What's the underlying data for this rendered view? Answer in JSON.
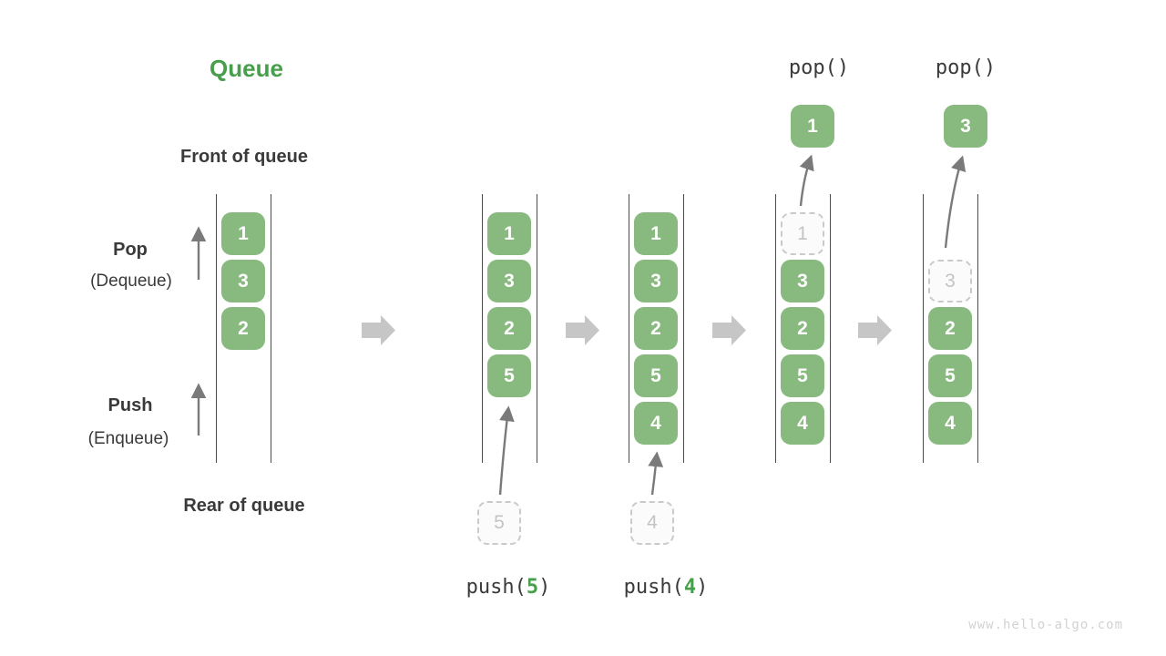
{
  "page": {
    "title": "Queue",
    "watermark": "www.hello-algo.com"
  },
  "colors": {
    "green_box": "#88b97e",
    "green_accent": "#479f4b",
    "text_dark": "#3a3a3a",
    "box_text": "#ffffff",
    "line": "#4d4d4d",
    "block_arrow": "#c6c6c6",
    "thin_arrow": "#7a7a7a",
    "dashed_border": "#cacaca",
    "dashed_text": "#c4c4c4",
    "dashed_bg": "#fbfbfb",
    "watermark": "#d2d2d2"
  },
  "labels": {
    "front_of_queue": "Front of queue",
    "rear_of_queue": "Rear of queue",
    "pop": "Pop",
    "dequeue": "(Dequeue)",
    "push": "Push",
    "enqueue": "(Enqueue)"
  },
  "icons": {
    "transition_arrow": "right-block-arrow-icon",
    "pop_direction_arrow": "up-arrow-icon",
    "push_direction_arrow": "up-arrow-icon"
  },
  "diagram": {
    "states": [
      {
        "name": "initial",
        "cells": [
          {
            "row": 0,
            "value": "1",
            "style": "solid"
          },
          {
            "row": 1,
            "value": "3",
            "style": "solid"
          },
          {
            "row": 2,
            "value": "2",
            "style": "solid"
          }
        ]
      },
      {
        "name": "after-push-5",
        "cells": [
          {
            "row": 0,
            "value": "1",
            "style": "solid"
          },
          {
            "row": 1,
            "value": "3",
            "style": "solid"
          },
          {
            "row": 2,
            "value": "2",
            "style": "solid"
          },
          {
            "row": 3,
            "value": "5",
            "style": "solid"
          }
        ],
        "staged": {
          "value": "5"
        },
        "operation": {
          "prefix": "push(",
          "arg": "5",
          "suffix": ")"
        }
      },
      {
        "name": "after-push-4",
        "cells": [
          {
            "row": 0,
            "value": "1",
            "style": "solid"
          },
          {
            "row": 1,
            "value": "3",
            "style": "solid"
          },
          {
            "row": 2,
            "value": "2",
            "style": "solid"
          },
          {
            "row": 3,
            "value": "5",
            "style": "solid"
          },
          {
            "row": 4,
            "value": "4",
            "style": "solid"
          }
        ],
        "staged": {
          "value": "4"
        },
        "operation": {
          "prefix": "push(",
          "arg": "4",
          "suffix": ")"
        }
      },
      {
        "name": "after-pop-1",
        "cells": [
          {
            "row": 0,
            "value": "1",
            "style": "dashed"
          },
          {
            "row": 1,
            "value": "3",
            "style": "solid"
          },
          {
            "row": 2,
            "value": "2",
            "style": "solid"
          },
          {
            "row": 3,
            "value": "5",
            "style": "solid"
          },
          {
            "row": 4,
            "value": "4",
            "style": "solid"
          }
        ],
        "popped": {
          "value": "1"
        },
        "operation_label": "pop()"
      },
      {
        "name": "after-pop-3",
        "cells": [
          {
            "row": 1,
            "value": "3",
            "style": "dashed"
          },
          {
            "row": 2,
            "value": "2",
            "style": "solid"
          },
          {
            "row": 3,
            "value": "5",
            "style": "solid"
          },
          {
            "row": 4,
            "value": "4",
            "style": "solid"
          }
        ],
        "popped": {
          "value": "3"
        },
        "operation_label": "pop()"
      }
    ]
  }
}
